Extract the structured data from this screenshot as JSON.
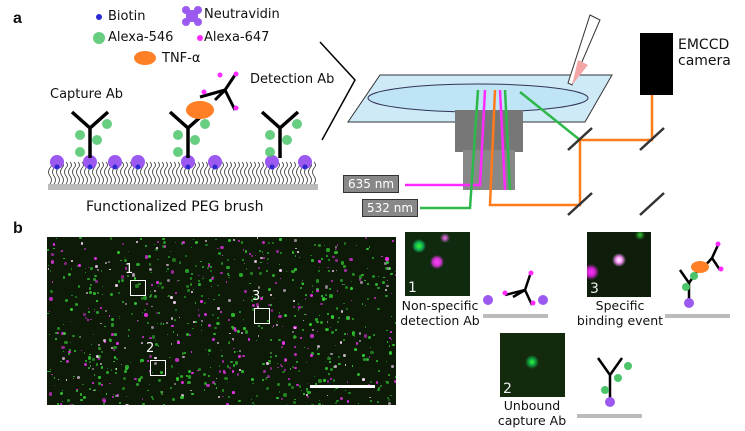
{
  "panel_a": {
    "label": "a",
    "legend": {
      "biotin": "Biotin",
      "neutravidin": "Neutravidin",
      "alexa546": "Alexa-546",
      "alexa647": "Alexa-647",
      "tnf": "TNF-α"
    },
    "capture_ab": "Capture Ab",
    "detection_ab": "Detection Ab",
    "surface": "Functionalized PEG brush",
    "camera": "EMCCD\ncamera",
    "laser_635": "635 nm",
    "laser_532": "532 nm"
  },
  "panel_b": {
    "label": "b",
    "roi_labels": [
      "1",
      "2",
      "3"
    ],
    "insets": [
      {
        "num": "1",
        "caption_1": "Non-specific",
        "caption_2": "detection Ab"
      },
      {
        "num": "2",
        "caption_1": "Unbound",
        "caption_2": "capture Ab"
      },
      {
        "num": "3",
        "caption_1": "Specific",
        "caption_2": "binding event"
      }
    ]
  },
  "colors": {
    "biotin": "#2a2ad0",
    "neutravidin": "#9b59f0",
    "alexa546": "#4cc46a",
    "alexa647": "#ff2aff",
    "tnf": "#ff7f27",
    "laser_green": "#2db84a",
    "laser_magenta": "#ff2aff",
    "laser_orange": "#ff7a1a"
  }
}
